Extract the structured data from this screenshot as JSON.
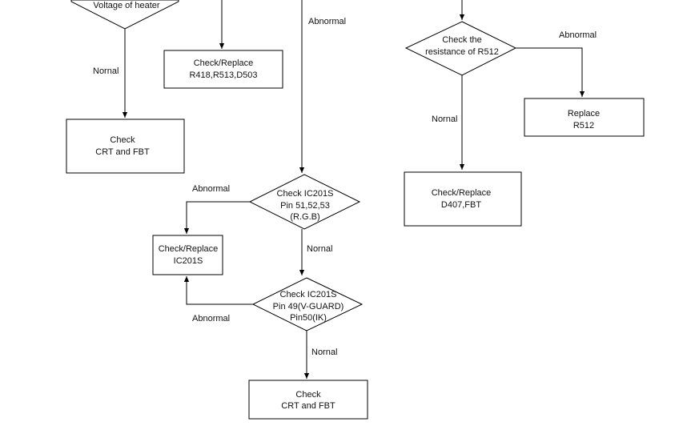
{
  "nodes": {
    "voltage_heater": {
      "lines": [
        "Voltage of heater"
      ]
    },
    "check_crt_fbt_1": {
      "lines": [
        "Check",
        "CRT and FBT"
      ]
    },
    "check_replace_r418": {
      "lines": [
        "Check/Replace",
        "R418,R513,D503"
      ]
    },
    "check_ic201s_rgb": {
      "lines": [
        "Check IC201S",
        "Pin 51,52,53",
        "(R.G.B)"
      ]
    },
    "check_replace_ic201s": {
      "lines": [
        "Check/Replace",
        "IC201S"
      ]
    },
    "check_ic201s_vguard": {
      "lines": [
        "Check IC201S",
        "Pin 49(V-GUARD)",
        "Pin50(IK)"
      ]
    },
    "check_crt_fbt_2": {
      "lines": [
        "Check",
        "CRT and FBT"
      ]
    },
    "check_resistance_r512": {
      "lines": [
        "Check the",
        "resistance of R512"
      ]
    },
    "replace_r512": {
      "lines": [
        "Replace",
        "R512"
      ]
    },
    "check_replace_d407": {
      "lines": [
        "Check/Replace",
        "D407,FBT"
      ]
    }
  },
  "edge_labels": {
    "heater_normal": "Nornal",
    "main_abnormal": "Abnormal",
    "rgb_abnormal": "Abnormal",
    "rgb_normal": "Nornal",
    "vguard_abnormal": "Abnormal",
    "vguard_normal": "Nornal",
    "r512_abnormal": "Abnormal",
    "r512_normal": "Nornal"
  }
}
